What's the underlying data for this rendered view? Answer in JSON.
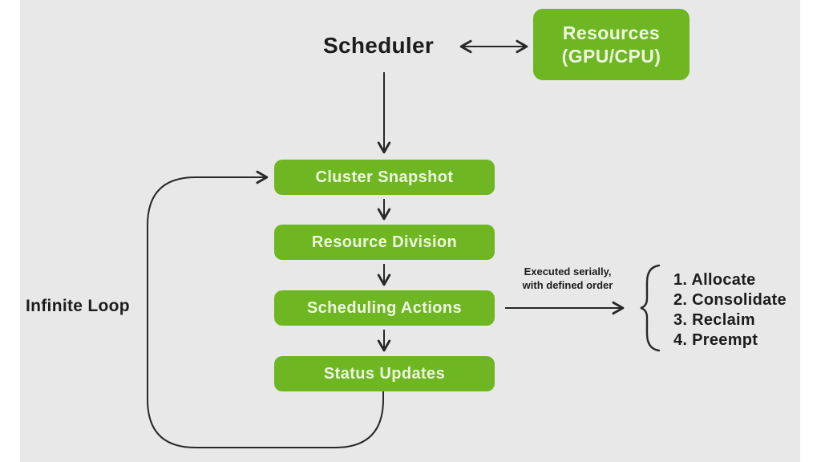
{
  "diagram": {
    "title": "Scheduler",
    "resources": {
      "line1": "Resources",
      "line2": "(GPU/CPU)"
    },
    "steps": [
      {
        "label": "Cluster Snapshot"
      },
      {
        "label": "Resource Division"
      },
      {
        "label": "Scheduling Actions"
      },
      {
        "label": "Status Updates"
      }
    ],
    "loop_label": "Infinite Loop",
    "serial_note": {
      "line1": "Executed serially,",
      "line2": "with defined order"
    },
    "actions": [
      "1. Allocate",
      "2. Consolidate",
      "3. Reclaim",
      "4. Preempt"
    ],
    "colors": {
      "node_green": "#6eb722",
      "node_text": "#edf7df",
      "canvas_bg": "#e8e8e8",
      "page_bg": "#ffffff",
      "line": "#282828",
      "text_dark": "#1c1c1c"
    }
  }
}
